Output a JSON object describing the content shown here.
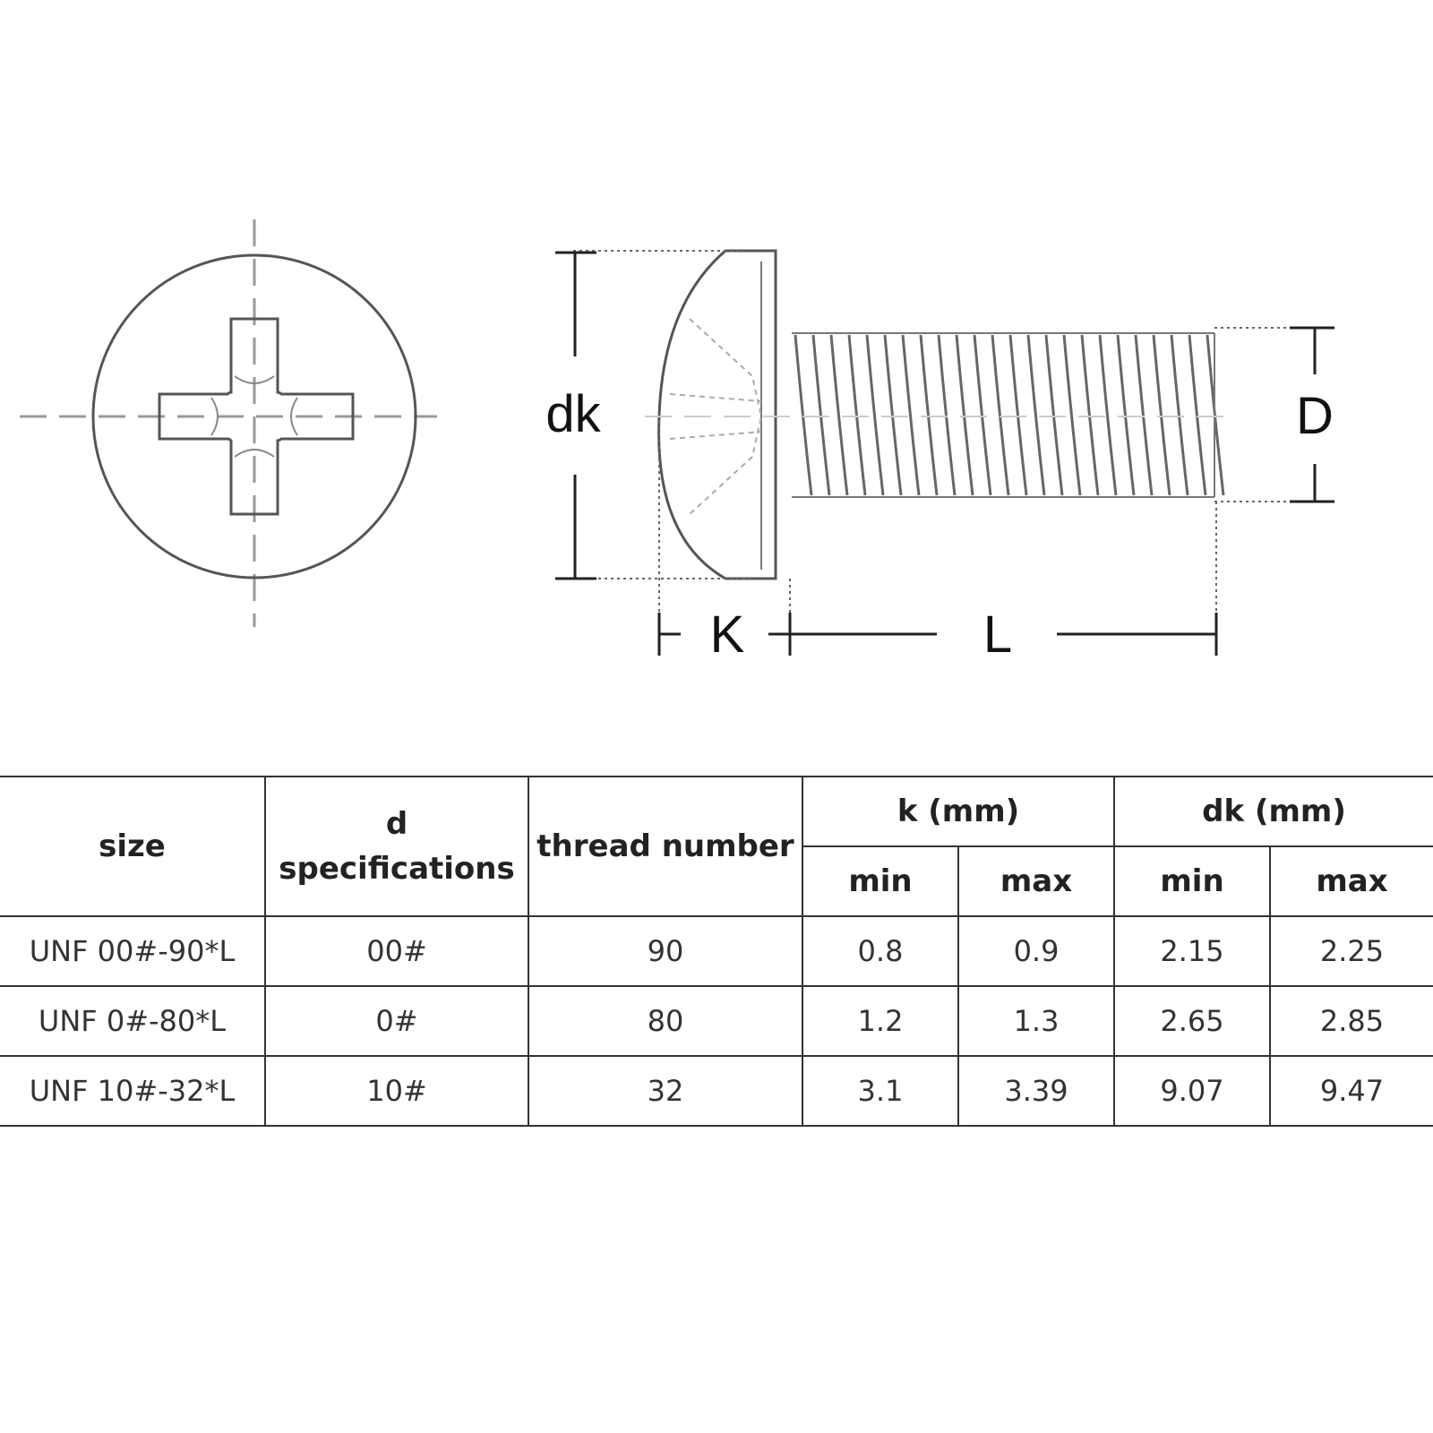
{
  "diagram": {
    "labels": {
      "dk": "dk",
      "D": "D",
      "K": "K",
      "L": "L"
    },
    "icons": [
      "phillips-head-top-view",
      "pan-head-screw-side-view"
    ]
  },
  "table": {
    "headers": {
      "size": "size",
      "d_line1": "d",
      "d_line2": "specifications",
      "thread": "thread number",
      "k": "k (mm)",
      "dk": "dk (mm)",
      "k_min": "min",
      "k_max": "max",
      "dk_min": "min",
      "dk_max": "max"
    },
    "rows": [
      {
        "size": "UNF 00#-90*L",
        "d": "00#",
        "thread": "90",
        "k_min": "0.8",
        "k_max": "0.9",
        "dk_min": "2.15",
        "dk_max": "2.25"
      },
      {
        "size": "UNF 0#-80*L",
        "d": "0#",
        "thread": "80",
        "k_min": "1.2",
        "k_max": "1.3",
        "dk_min": "2.65",
        "dk_max": "2.85"
      },
      {
        "size": "UNF 10#-32*L",
        "d": "10#",
        "thread": "32",
        "k_min": "3.1",
        "k_max": "3.39",
        "dk_min": "9.07",
        "dk_max": "9.47"
      }
    ]
  }
}
